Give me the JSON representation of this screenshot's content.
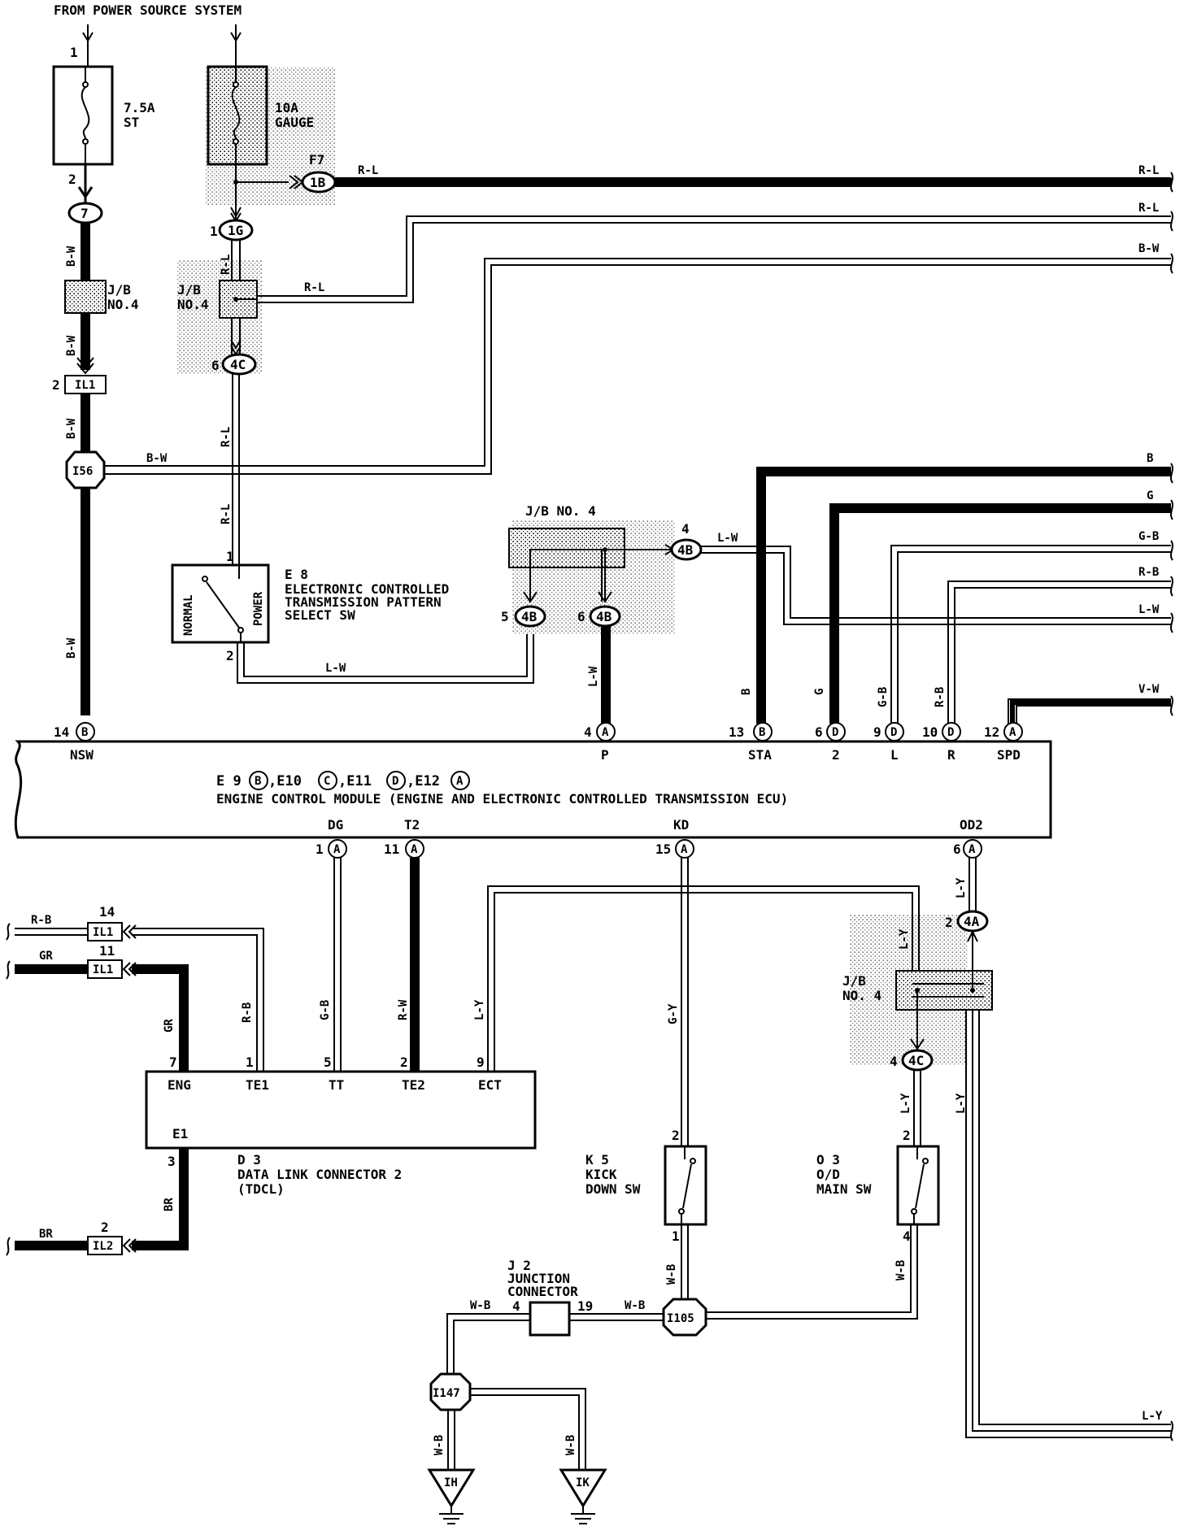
{
  "header": {
    "source_text": "FROM POWER SOURCE SYSTEM"
  },
  "fuses": {
    "st": {
      "rating": "7.5A",
      "name": "ST",
      "pin_in": "1",
      "pin_out": "2"
    },
    "gauge": {
      "rating": "10A",
      "name": "GAUGE"
    }
  },
  "connectors": {
    "c7": "7",
    "c1b": "1B",
    "c1g": "1G",
    "c4c_top": "4C",
    "c4b_right": "4B",
    "c4b_5": "4B",
    "c4b_6": "4B",
    "c4a": "4A",
    "c4c_bottom": "4C",
    "b": "B",
    "a": "A",
    "d": "D",
    "c": "C"
  },
  "pins": {
    "f7": "F7",
    "p1g": "1",
    "p4c": "6",
    "p4b_right": "4",
    "p4b_5": "5",
    "p4b_6": "6",
    "il1_top": "2",
    "e8_1": "1",
    "e8_2": "2",
    "nsw": "14",
    "p": "4",
    "sta": "13",
    "two": "6",
    "l": "9",
    "r": "10",
    "spd": "12",
    "dg": "1",
    "t2": "11",
    "kd": "15",
    "od2": "6",
    "p4a": "2",
    "p4c_bottom": "4",
    "il1_14": "14",
    "il1_11": "11",
    "il2_2": "2",
    "d3_7": "7",
    "d3_1": "1",
    "d3_5": "5",
    "d3_2": "2",
    "d3_9": "9",
    "d3_3": "3",
    "k5_2": "2",
    "k5_1": "1",
    "o3_2": "2",
    "o3_4": "4",
    "j2_4": "4",
    "j2_19": "19"
  },
  "jb": {
    "top_left": [
      "J/B",
      "NO.4"
    ],
    "mid_left": [
      "J/B",
      "NO.4"
    ],
    "center": "J/B NO. 4",
    "right": [
      "J/B",
      "NO. 4"
    ]
  },
  "splices": {
    "il1": "IL1",
    "il2": "IL2",
    "i56": "I56",
    "i105": "I105",
    "i147": "I147"
  },
  "grounds": {
    "ih": "IH",
    "ik": "IK"
  },
  "switch_e8": {
    "ref": "E 8",
    "desc": [
      "ELECTRONIC CONTROLLED",
      "TRANSMISSION PATTERN",
      "SELECT SW"
    ],
    "normal": "NORMAL",
    "power": "POWER"
  },
  "ecm": {
    "refs": [
      "E 9",
      ",E10",
      ",E11",
      ",E12"
    ],
    "title": "ENGINE CONTROL MODULE (ENGINE AND ELECTRONIC CONTROLLED TRANSMISSION ECU)",
    "terms_top": {
      "nsw": "NSW",
      "p": "P",
      "sta": "STA",
      "two": "2",
      "l": "L",
      "r": "R",
      "spd": "SPD"
    },
    "terms_bottom": {
      "dg": "DG",
      "t2": "T2",
      "kd": "KD",
      "od2": "OD2"
    }
  },
  "dlc": {
    "terms": {
      "eng": "ENG",
      "te1": "TE1",
      "tt": "TT",
      "te2": "TE2",
      "ect": "ECT",
      "e1": "E1"
    },
    "ref": "D 3",
    "desc": [
      "DATA LINK CONNECTOR 2",
      "(TDCL)"
    ]
  },
  "kick": {
    "ref": "K 5",
    "desc": [
      "KICK",
      "DOWN SW"
    ]
  },
  "od": {
    "ref": "O 3",
    "desc": [
      "O/D",
      "MAIN SW"
    ]
  },
  "junction": {
    "ref": "J 2",
    "desc": [
      "JUNCTION",
      "CONNECTOR"
    ]
  },
  "wires": {
    "rl": "R-L",
    "bw": "B-W",
    "b": "B",
    "g": "G",
    "gb": "G-B",
    "rb": "R-B",
    "lw": "L-W",
    "vw": "V-W",
    "gr": "GR",
    "rw": "R-W",
    "ly": "L-Y",
    "gy": "G-Y",
    "wb": "W-B",
    "br": "BR"
  }
}
